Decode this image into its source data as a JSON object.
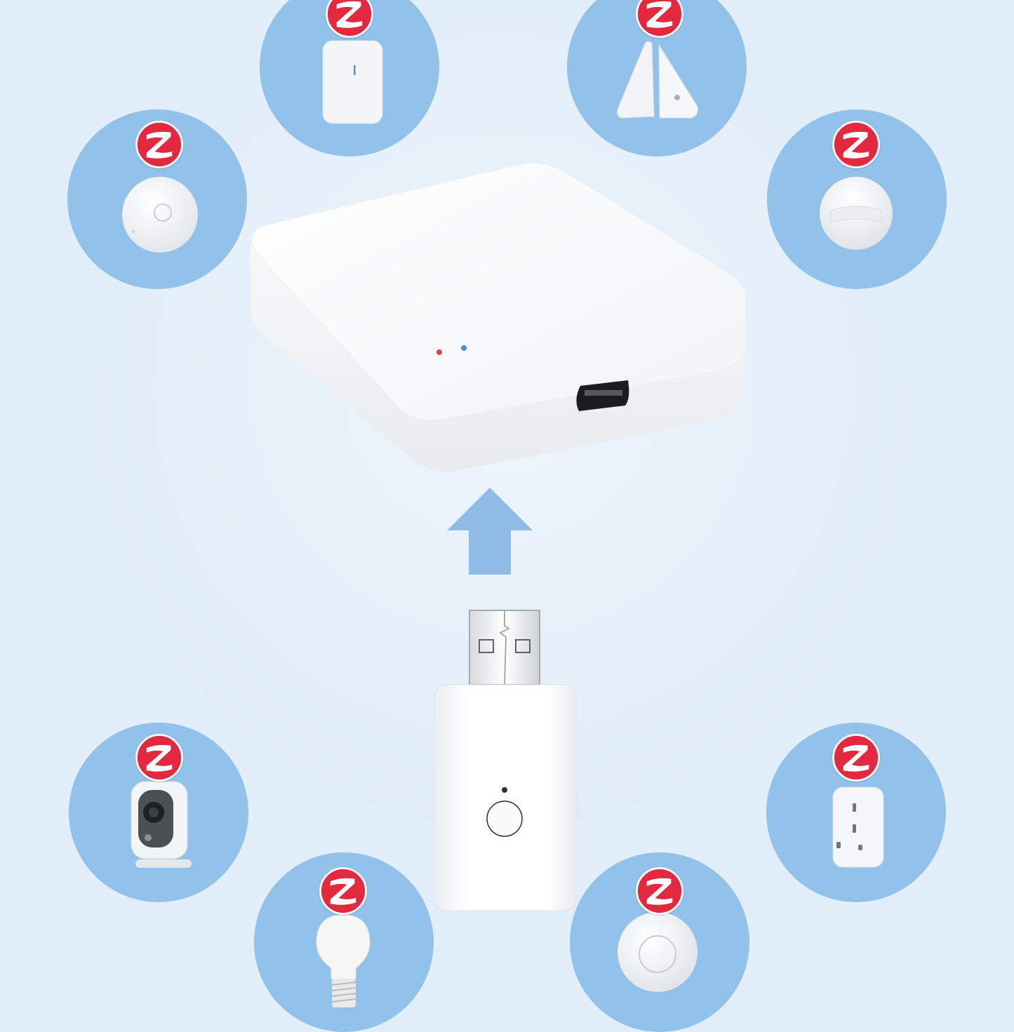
{
  "colors": {
    "background": "#e2eef9",
    "device_circle": "#92c1e9",
    "zigbee_badge": "#e2293f",
    "arrow": "#8fbde7",
    "led_red": "#e2434a",
    "led_blue": "#3f8fe3"
  },
  "devices": [
    {
      "name": "wireless-button",
      "icon": "round-button-icon"
    },
    {
      "name": "vibration-sensor",
      "icon": "vibration-sensor-icon"
    },
    {
      "name": "door-window-sensor",
      "icon": "door-sensor-icon"
    },
    {
      "name": "motion-sensor",
      "icon": "pir-motion-sensor-icon"
    },
    {
      "name": "security-camera",
      "icon": "camera-icon"
    },
    {
      "name": "smart-bulb",
      "icon": "light-bulb-icon"
    },
    {
      "name": "smart-button",
      "icon": "round-button-icon"
    },
    {
      "name": "smart-plug",
      "icon": "plug-icon"
    }
  ],
  "badge_icon": "zigbee-logo-icon",
  "hub_icon": "gateway-hub-icon",
  "dongle_icon": "usb-dongle-icon",
  "arrow_icon": "arrow-up-icon"
}
